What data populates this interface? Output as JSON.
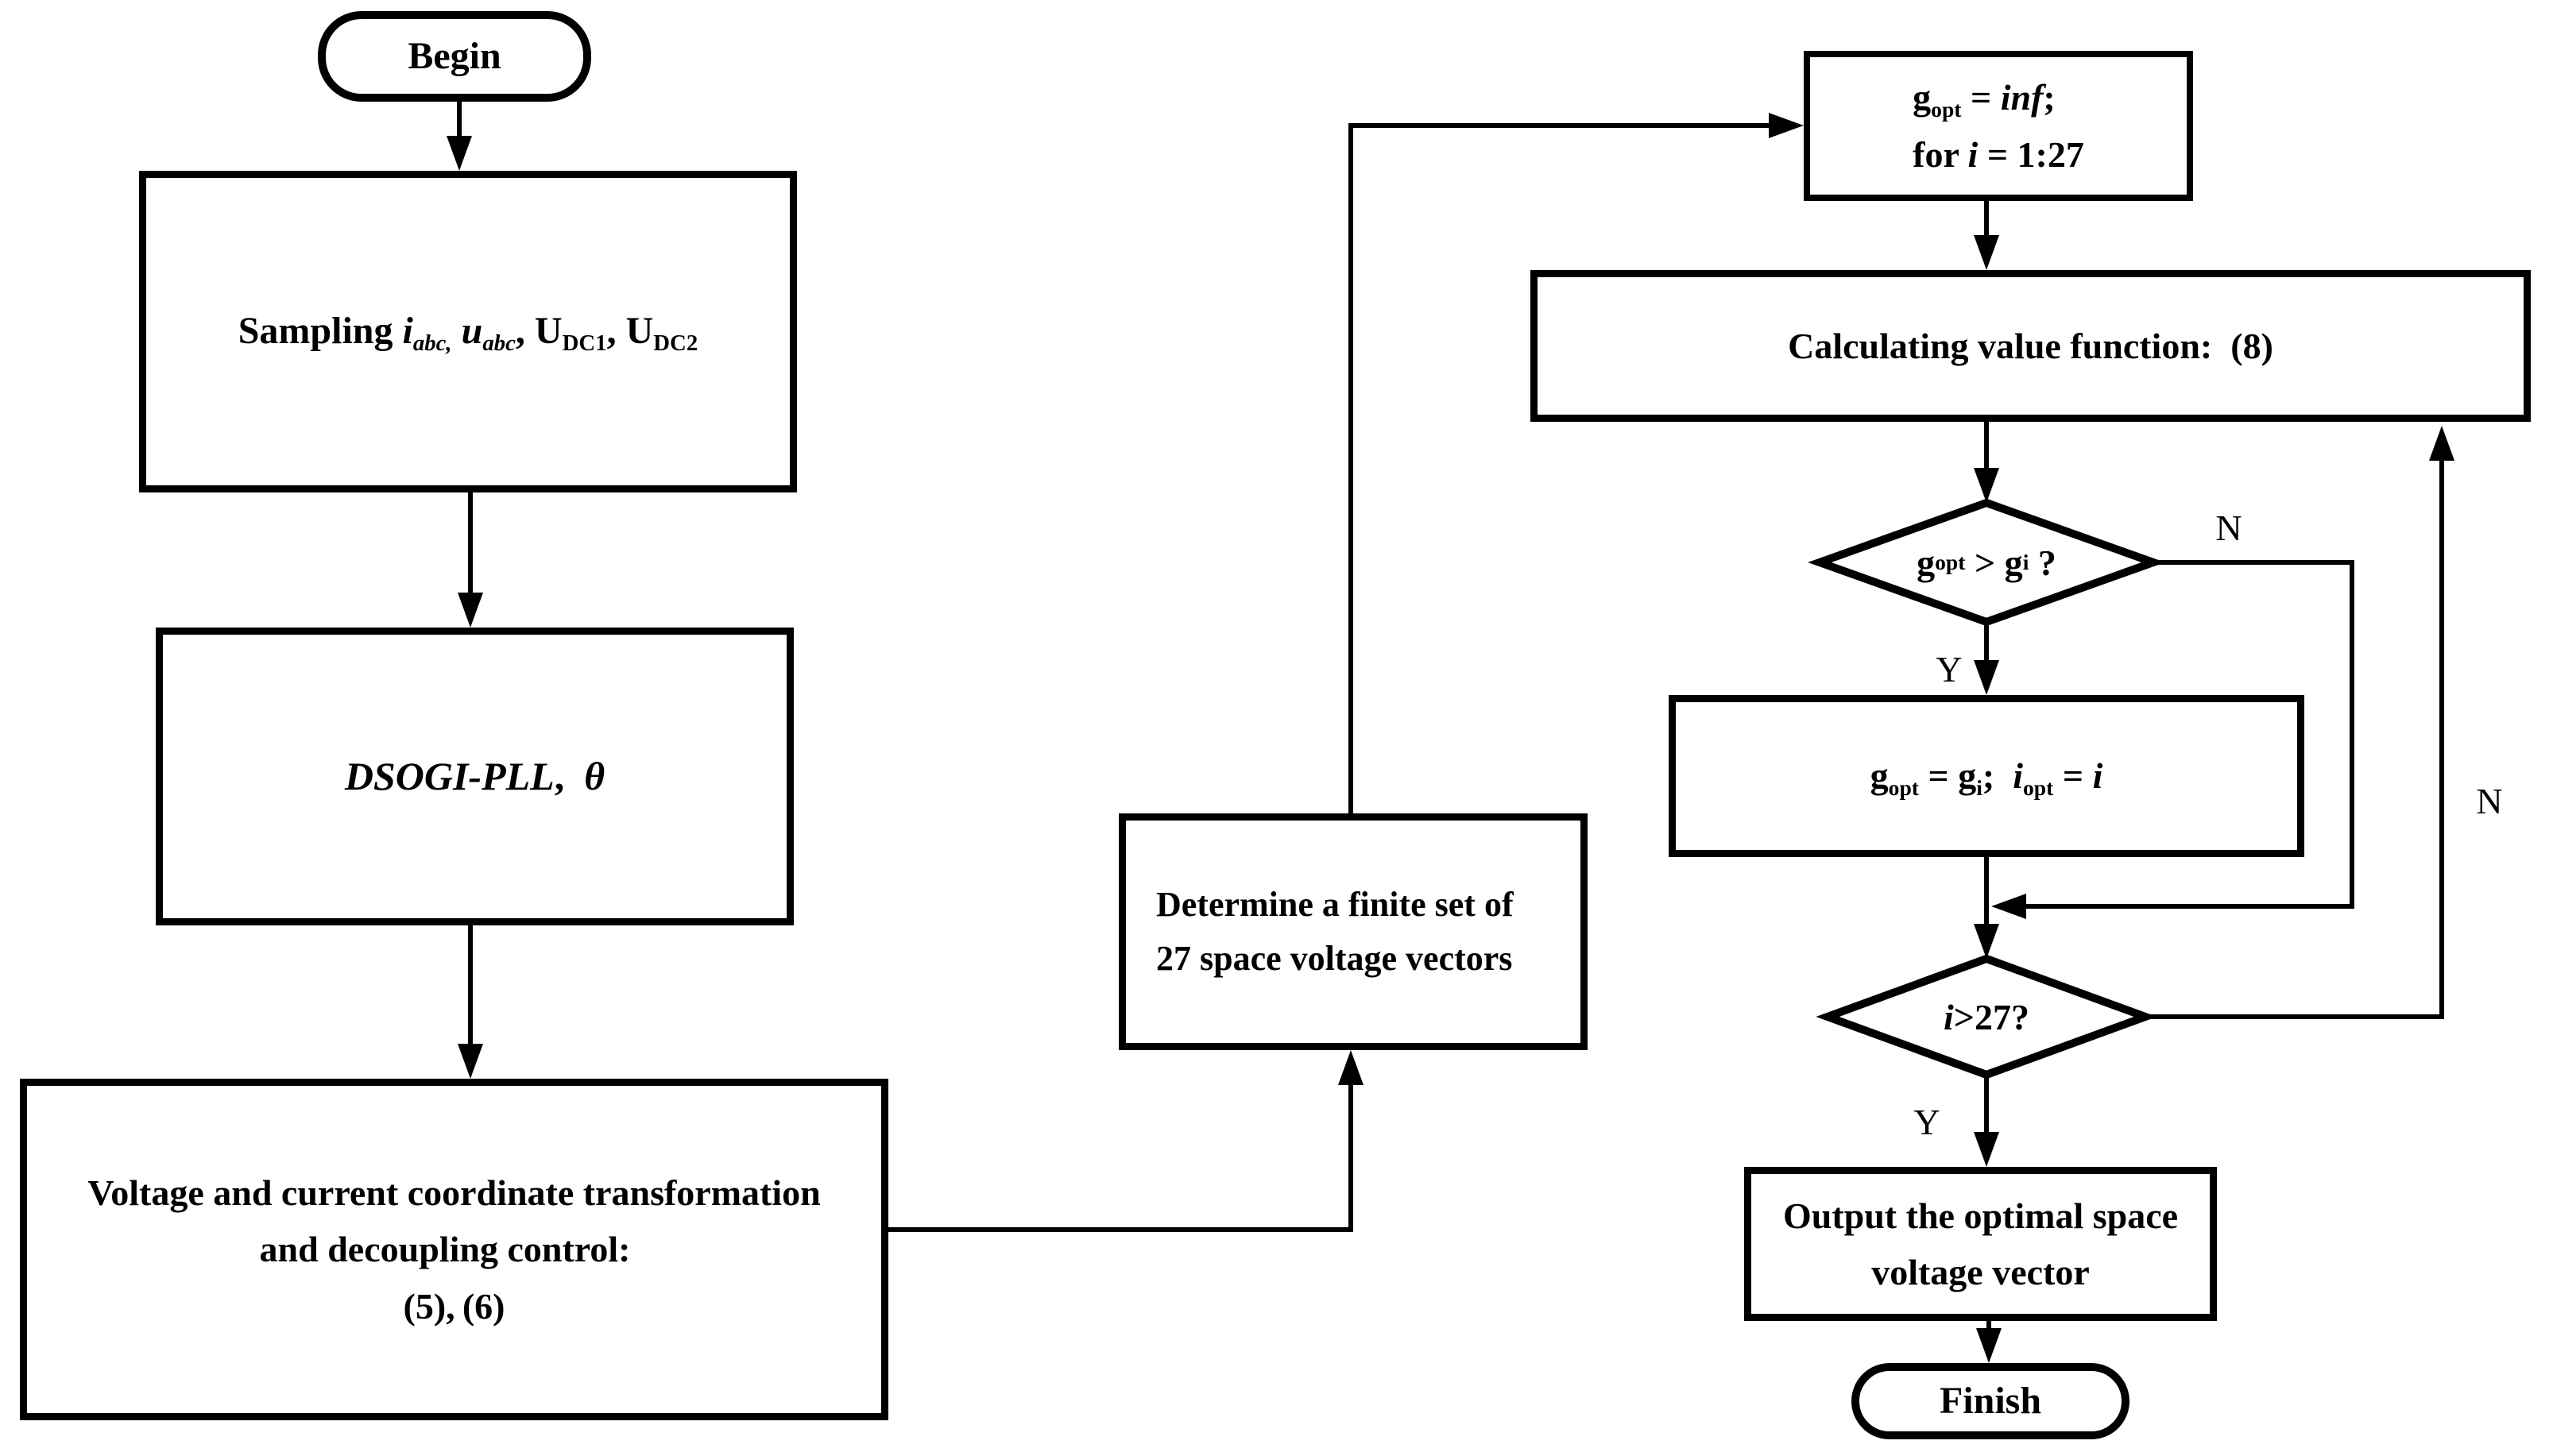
{
  "page": {
    "background": "#ffffff",
    "ink": "#000000"
  },
  "flowchart": {
    "nodes": {
      "begin": {
        "shape": "terminator",
        "lines": [
          [
            {
              "t": "n",
              "v": "Begin"
            }
          ]
        ]
      },
      "sampling": {
        "shape": "process",
        "lines": [
          [
            {
              "t": "n",
              "v": "Sampling "
            },
            {
              "t": "i",
              "v": "i"
            },
            {
              "t": "subi",
              "v": "abc,"
            },
            {
              "t": "n",
              "v": " "
            },
            {
              "t": "i",
              "v": "u"
            },
            {
              "t": "subi",
              "v": "abc"
            },
            {
              "t": "n",
              "v": ", U"
            },
            {
              "t": "sub",
              "v": "DC1"
            },
            {
              "t": "n",
              "v": ", U"
            },
            {
              "t": "sub",
              "v": "DC2"
            }
          ]
        ]
      },
      "dsogi_pll": {
        "shape": "process",
        "lines": [
          [
            {
              "t": "i",
              "v": "DSOGI-PLL"
            },
            {
              "t": "n",
              "v": "，"
            },
            {
              "t": "i",
              "v": "θ"
            }
          ]
        ]
      },
      "coordinate_transform": {
        "shape": "process",
        "lines": [
          [
            {
              "t": "n",
              "v": "Voltage and current coordinate transformation"
            }
          ],
          [
            {
              "t": "n",
              "v": "and decoupling control："
            }
          ],
          [
            {
              "t": "n",
              "v": "(5)、(6)"
            }
          ]
        ]
      },
      "determine_vectors": {
        "shape": "process",
        "lines": [
          [
            {
              "t": "n",
              "v": "Determine a finite set of"
            }
          ],
          [
            {
              "t": "n",
              "v": "27 space voltage vectors"
            }
          ]
        ]
      },
      "init_loop": {
        "shape": "process",
        "lines": [
          [
            {
              "t": "n",
              "v": "g"
            },
            {
              "t": "sub",
              "v": "opt"
            },
            {
              "t": "n",
              "v": " = "
            },
            {
              "t": "i",
              "v": "inf"
            },
            {
              "t": "n",
              "v": ";"
            }
          ],
          [
            {
              "t": "n",
              "v": "for "
            },
            {
              "t": "i",
              "v": "i"
            },
            {
              "t": "n",
              "v": " = 1:27"
            }
          ]
        ]
      },
      "value_function": {
        "shape": "process",
        "lines": [
          [
            {
              "t": "n",
              "v": "Calculating value function："
            },
            {
              "t": "n",
              "v": "(8)"
            }
          ]
        ]
      },
      "compare_decision": {
        "shape": "decision",
        "lines": [
          [
            {
              "t": "n",
              "v": "g"
            },
            {
              "t": "sub",
              "v": "opt"
            },
            {
              "t": "n",
              "v": " > g"
            },
            {
              "t": "sub",
              "v": "i"
            },
            {
              "t": "n",
              "v": " ?"
            }
          ]
        ]
      },
      "update_optimum": {
        "shape": "process",
        "lines": [
          [
            {
              "t": "n",
              "v": "g"
            },
            {
              "t": "sub",
              "v": "opt"
            },
            {
              "t": "n",
              "v": " = g"
            },
            {
              "t": "sub",
              "v": "i"
            },
            {
              "t": "n",
              "v": ";  "
            },
            {
              "t": "i",
              "v": "i"
            },
            {
              "t": "sub",
              "v": "opt"
            },
            {
              "t": "n",
              "v": " = "
            },
            {
              "t": "i",
              "v": "i"
            }
          ]
        ]
      },
      "loop_end_decision": {
        "shape": "decision",
        "lines": [
          [
            {
              "t": "i",
              "v": "i"
            },
            {
              "t": "n",
              "v": ">27?"
            }
          ]
        ]
      },
      "output_vector": {
        "shape": "process",
        "lines": [
          [
            {
              "t": "n",
              "v": "Output the optimal space"
            }
          ],
          [
            {
              "t": "n",
              "v": "voltage vector"
            }
          ]
        ]
      },
      "finish": {
        "shape": "terminator",
        "lines": [
          [
            {
              "t": "n",
              "v": "Finish"
            }
          ]
        ]
      }
    },
    "edge_labels": {
      "compare_yes": "Y",
      "compare_no": "N",
      "loop_yes": "Y",
      "loop_no": "N"
    }
  }
}
